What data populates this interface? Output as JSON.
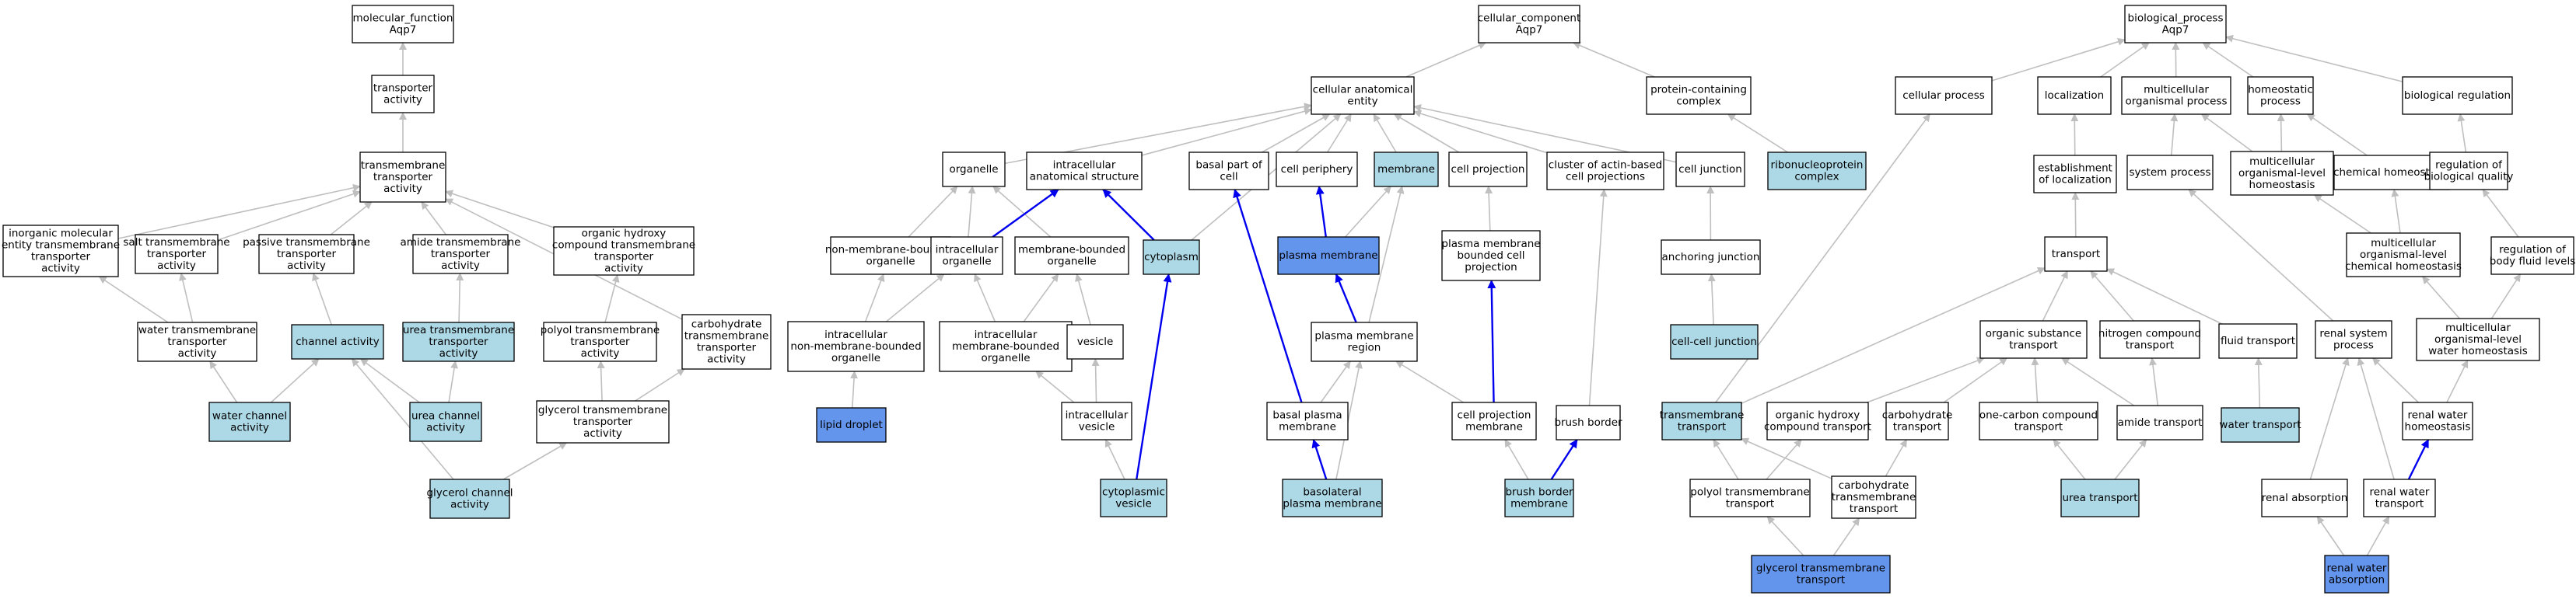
{
  "colors": {
    "plain": "#ffffff",
    "light": "#add8e6",
    "dark": "#6495ed",
    "gray_edge": "#bfbfbf",
    "blue_edge": "#0000ee"
  },
  "nodes": [
    {
      "id": "mf",
      "lines": [
        "molecular_function",
        "Aqp7"
      ],
      "style": "plain"
    },
    {
      "id": "tact",
      "lines": [
        "transporter",
        "activity"
      ],
      "style": "plain"
    },
    {
      "id": "tmta",
      "lines": [
        "transmembrane",
        "transporter",
        "activity"
      ],
      "style": "plain"
    },
    {
      "id": "inorg",
      "lines": [
        "inorganic molecular",
        "entity transmembrane",
        "transporter",
        "activity"
      ],
      "style": "plain"
    },
    {
      "id": "salt",
      "lines": [
        "salt transmembrane",
        "transporter",
        "activity"
      ],
      "style": "plain"
    },
    {
      "id": "passive",
      "lines": [
        "passive transmembrane",
        "transporter",
        "activity"
      ],
      "style": "plain"
    },
    {
      "id": "amide_tm",
      "lines": [
        "amide transmembrane",
        "transporter",
        "activity"
      ],
      "style": "plain"
    },
    {
      "id": "orghyd_tm",
      "lines": [
        "organic hydroxy",
        "compound transmembrane",
        "transporter",
        "activity"
      ],
      "style": "plain"
    },
    {
      "id": "water_tm",
      "lines": [
        "water transmembrane",
        "transporter",
        "activity"
      ],
      "style": "plain"
    },
    {
      "id": "chan",
      "lines": [
        "channel activity"
      ],
      "style": "light"
    },
    {
      "id": "urea_tm",
      "lines": [
        "urea transmembrane",
        "transporter",
        "activity"
      ],
      "style": "light"
    },
    {
      "id": "polyol_tm",
      "lines": [
        "polyol transmembrane",
        "transporter",
        "activity"
      ],
      "style": "plain"
    },
    {
      "id": "carb_tm",
      "lines": [
        "carbohydrate",
        "transmembrane",
        "transporter",
        "activity"
      ],
      "style": "plain"
    },
    {
      "id": "water_chan",
      "lines": [
        "water channel",
        "activity"
      ],
      "style": "light"
    },
    {
      "id": "urea_chan",
      "lines": [
        "urea channel",
        "activity"
      ],
      "style": "light"
    },
    {
      "id": "glyc_tm",
      "lines": [
        "glycerol transmembrane",
        "transporter",
        "activity"
      ],
      "style": "plain"
    },
    {
      "id": "glyc_chan",
      "lines": [
        "glycerol channel",
        "activity"
      ],
      "style": "light"
    },
    {
      "id": "cc",
      "lines": [
        "cellular_component",
        "Aqp7"
      ],
      "style": "plain"
    },
    {
      "id": "cae",
      "lines": [
        "cellular anatomical",
        "entity"
      ],
      "style": "plain"
    },
    {
      "id": "pcc",
      "lines": [
        "protein-containing",
        "complex"
      ],
      "style": "plain"
    },
    {
      "id": "organelle",
      "lines": [
        "organelle"
      ],
      "style": "plain"
    },
    {
      "id": "ias",
      "lines": [
        "intracellular",
        "anatomical structure"
      ],
      "style": "plain"
    },
    {
      "id": "bpc",
      "lines": [
        "basal part of",
        "cell"
      ],
      "style": "plain"
    },
    {
      "id": "cperiph",
      "lines": [
        "cell periphery"
      ],
      "style": "plain"
    },
    {
      "id": "membrane",
      "lines": [
        "membrane"
      ],
      "style": "light"
    },
    {
      "id": "cproj",
      "lines": [
        "cell projection"
      ],
      "style": "plain"
    },
    {
      "id": "cabc",
      "lines": [
        "cluster of actin-based",
        "cell projections"
      ],
      "style": "plain"
    },
    {
      "id": "cjunc",
      "lines": [
        "cell junction"
      ],
      "style": "plain"
    },
    {
      "id": "rnp",
      "lines": [
        "ribonucleoprotein",
        "complex"
      ],
      "style": "light"
    },
    {
      "id": "nmbo",
      "lines": [
        "non-membrane-bounded",
        "organelle"
      ],
      "style": "plain"
    },
    {
      "id": "io",
      "lines": [
        "intracellular",
        "organelle"
      ],
      "style": "plain"
    },
    {
      "id": "mbo",
      "lines": [
        "membrane-bounded",
        "organelle"
      ],
      "style": "plain"
    },
    {
      "id": "cytoplasm",
      "lines": [
        "cytoplasm"
      ],
      "style": "light"
    },
    {
      "id": "pm",
      "lines": [
        "plasma membrane"
      ],
      "style": "dark"
    },
    {
      "id": "pmbcp",
      "lines": [
        "plasma membrane",
        "bounded cell",
        "projection"
      ],
      "style": "plain"
    },
    {
      "id": "ajunc",
      "lines": [
        "anchoring junction"
      ],
      "style": "plain"
    },
    {
      "id": "inmbo",
      "lines": [
        "intracellular",
        "non-membrane-bounded",
        "organelle"
      ],
      "style": "plain"
    },
    {
      "id": "imbo",
      "lines": [
        "intracellular",
        "membrane-bounded",
        "organelle"
      ],
      "style": "plain"
    },
    {
      "id": "vesicle",
      "lines": [
        "vesicle"
      ],
      "style": "plain"
    },
    {
      "id": "pmr",
      "lines": [
        "plasma membrane",
        "region"
      ],
      "style": "plain"
    },
    {
      "id": "ccj",
      "lines": [
        "cell-cell junction"
      ],
      "style": "light"
    },
    {
      "id": "lipid",
      "lines": [
        "lipid droplet"
      ],
      "style": "dark"
    },
    {
      "id": "iv",
      "lines": [
        "intracellular",
        "vesicle"
      ],
      "style": "plain"
    },
    {
      "id": "bpm",
      "lines": [
        "basal plasma",
        "membrane"
      ],
      "style": "plain"
    },
    {
      "id": "cpm",
      "lines": [
        "cell projection",
        "membrane"
      ],
      "style": "plain"
    },
    {
      "id": "bb",
      "lines": [
        "brush border"
      ],
      "style": "plain"
    },
    {
      "id": "cv",
      "lines": [
        "cytoplasmic",
        "vesicle"
      ],
      "style": "light"
    },
    {
      "id": "blpm",
      "lines": [
        "basolateral",
        "plasma membrane"
      ],
      "style": "light"
    },
    {
      "id": "bbm",
      "lines": [
        "brush border",
        "membrane"
      ],
      "style": "light"
    },
    {
      "id": "bp",
      "lines": [
        "biological_process",
        "Aqp7"
      ],
      "style": "plain"
    },
    {
      "id": "cellproc",
      "lines": [
        "cellular process"
      ],
      "style": "plain"
    },
    {
      "id": "loc",
      "lines": [
        "localization"
      ],
      "style": "plain"
    },
    {
      "id": "mop",
      "lines": [
        "multicellular",
        "organismal process"
      ],
      "style": "plain"
    },
    {
      "id": "homeo",
      "lines": [
        "homeostatic",
        "process"
      ],
      "style": "plain"
    },
    {
      "id": "breg",
      "lines": [
        "biological regulation"
      ],
      "style": "plain"
    },
    {
      "id": "estloc",
      "lines": [
        "establishment",
        "of localization"
      ],
      "style": "plain"
    },
    {
      "id": "sysproc",
      "lines": [
        "system process"
      ],
      "style": "plain"
    },
    {
      "id": "mlh",
      "lines": [
        "multicellular",
        "organismal-level",
        "homeostasis"
      ],
      "style": "plain"
    },
    {
      "id": "chemh",
      "lines": [
        "chemical homeostasis"
      ],
      "style": "plain"
    },
    {
      "id": "rbq",
      "lines": [
        "regulation of",
        "biological quality"
      ],
      "style": "plain"
    },
    {
      "id": "transport",
      "lines": [
        "transport"
      ],
      "style": "plain"
    },
    {
      "id": "molch",
      "lines": [
        "multicellular",
        "organismal-level",
        "chemical homeostasis"
      ],
      "style": "plain"
    },
    {
      "id": "rbfl",
      "lines": [
        "regulation of",
        "body fluid levels"
      ],
      "style": "plain"
    },
    {
      "id": "ost",
      "lines": [
        "organic substance",
        "transport"
      ],
      "style": "plain"
    },
    {
      "id": "nct",
      "lines": [
        "nitrogen compound",
        "transport"
      ],
      "style": "plain"
    },
    {
      "id": "ft",
      "lines": [
        "fluid transport"
      ],
      "style": "plain"
    },
    {
      "id": "rsp",
      "lines": [
        "renal system",
        "process"
      ],
      "style": "plain"
    },
    {
      "id": "molwh",
      "lines": [
        "multicellular",
        "organismal-level",
        "water homeostasis"
      ],
      "style": "plain"
    },
    {
      "id": "tmt",
      "lines": [
        "transmembrane",
        "transport"
      ],
      "style": "light"
    },
    {
      "id": "ohct",
      "lines": [
        "organic hydroxy",
        "compound transport"
      ],
      "style": "plain"
    },
    {
      "id": "ct",
      "lines": [
        "carbohydrate",
        "transport"
      ],
      "style": "plain"
    },
    {
      "id": "occt",
      "lines": [
        "one-carbon compound",
        "transport"
      ],
      "style": "plain"
    },
    {
      "id": "amt",
      "lines": [
        "amide transport"
      ],
      "style": "plain"
    },
    {
      "id": "wt",
      "lines": [
        "water transport"
      ],
      "style": "light"
    },
    {
      "id": "rwh",
      "lines": [
        "renal water",
        "homeostasis"
      ],
      "style": "plain"
    },
    {
      "id": "ptt",
      "lines": [
        "polyol transmembrane",
        "transport"
      ],
      "style": "plain"
    },
    {
      "id": "ctt",
      "lines": [
        "carbohydrate",
        "transmembrane",
        "transport"
      ],
      "style": "plain"
    },
    {
      "id": "ut",
      "lines": [
        "urea transport"
      ],
      "style": "light"
    },
    {
      "id": "ra",
      "lines": [
        "renal absorption"
      ],
      "style": "plain"
    },
    {
      "id": "rwt",
      "lines": [
        "renal water",
        "transport"
      ],
      "style": "plain"
    },
    {
      "id": "gtt",
      "lines": [
        "glycerol transmembrane",
        "transport"
      ],
      "style": "dark"
    },
    {
      "id": "rwa",
      "lines": [
        "renal water",
        "absorption"
      ],
      "style": "dark"
    }
  ],
  "edges": [
    {
      "from": "tact",
      "to": "mf"
    },
    {
      "from": "tmta",
      "to": "tact"
    },
    {
      "from": "inorg",
      "to": "tmta"
    },
    {
      "from": "salt",
      "to": "tmta"
    },
    {
      "from": "passive",
      "to": "tmta"
    },
    {
      "from": "amide_tm",
      "to": "tmta"
    },
    {
      "from": "orghyd_tm",
      "to": "tmta"
    },
    {
      "from": "carb_tm",
      "to": "tmta"
    },
    {
      "from": "water_tm",
      "to": "inorg"
    },
    {
      "from": "water_tm",
      "to": "salt"
    },
    {
      "from": "chan",
      "to": "passive"
    },
    {
      "from": "urea_tm",
      "to": "amide_tm"
    },
    {
      "from": "polyol_tm",
      "to": "orghyd_tm"
    },
    {
      "from": "water_chan",
      "to": "water_tm"
    },
    {
      "from": "water_chan",
      "to": "chan"
    },
    {
      "from": "urea_chan",
      "to": "chan"
    },
    {
      "from": "urea_chan",
      "to": "urea_tm"
    },
    {
      "from": "glyc_chan",
      "to": "chan"
    },
    {
      "from": "glyc_chan",
      "to": "glyc_tm"
    },
    {
      "from": "glyc_tm",
      "to": "polyol_tm"
    },
    {
      "from": "glyc_tm",
      "to": "carb_tm"
    },
    {
      "from": "cae",
      "to": "cc"
    },
    {
      "from": "pcc",
      "to": "cc"
    },
    {
      "from": "organelle",
      "to": "cae"
    },
    {
      "from": "ias",
      "to": "cae"
    },
    {
      "from": "bpc",
      "to": "cae"
    },
    {
      "from": "cperiph",
      "to": "cae"
    },
    {
      "from": "membrane",
      "to": "cae"
    },
    {
      "from": "cproj",
      "to": "cae"
    },
    {
      "from": "cabc",
      "to": "cae"
    },
    {
      "from": "cjunc",
      "to": "cae"
    },
    {
      "from": "cytoplasm",
      "to": "cae"
    },
    {
      "from": "rnp",
      "to": "pcc"
    },
    {
      "from": "nmbo",
      "to": "organelle"
    },
    {
      "from": "io",
      "to": "organelle"
    },
    {
      "from": "mbo",
      "to": "organelle"
    },
    {
      "from": "io",
      "to": "ias",
      "blue": true
    },
    {
      "from": "cytoplasm",
      "to": "ias",
      "blue": true
    },
    {
      "from": "pm",
      "to": "cperiph",
      "blue": true
    },
    {
      "from": "pm",
      "to": "membrane"
    },
    {
      "from": "pmbcp",
      "to": "cproj"
    },
    {
      "from": "ajunc",
      "to": "cjunc"
    },
    {
      "from": "ccj",
      "to": "ajunc"
    },
    {
      "from": "inmbo",
      "to": "nmbo"
    },
    {
      "from": "inmbo",
      "to": "io"
    },
    {
      "from": "imbo",
      "to": "io"
    },
    {
      "from": "imbo",
      "to": "mbo"
    },
    {
      "from": "vesicle",
      "to": "mbo"
    },
    {
      "from": "lipid",
      "to": "inmbo"
    },
    {
      "from": "iv",
      "to": "imbo"
    },
    {
      "from": "iv",
      "to": "vesicle"
    },
    {
      "from": "cv",
      "to": "iv"
    },
    {
      "from": "cv",
      "to": "cytoplasm",
      "blue": true
    },
    {
      "from": "pmr",
      "to": "pm",
      "blue": true
    },
    {
      "from": "pmr",
      "to": "membrane"
    },
    {
      "from": "bpm",
      "to": "pmr"
    },
    {
      "from": "bpm",
      "to": "bpc",
      "blue": true
    },
    {
      "from": "blpm",
      "to": "bpm",
      "blue": true
    },
    {
      "from": "blpm",
      "to": "pmr"
    },
    {
      "from": "cpm",
      "to": "pmr"
    },
    {
      "from": "cpm",
      "to": "pmbcp",
      "blue": true
    },
    {
      "from": "bbm",
      "to": "cpm"
    },
    {
      "from": "bbm",
      "to": "bb",
      "blue": true
    },
    {
      "from": "bb",
      "to": "cabc"
    },
    {
      "from": "cellproc",
      "to": "bp"
    },
    {
      "from": "loc",
      "to": "bp"
    },
    {
      "from": "mop",
      "to": "bp"
    },
    {
      "from": "homeo",
      "to": "bp"
    },
    {
      "from": "breg",
      "to": "bp"
    },
    {
      "from": "estloc",
      "to": "loc"
    },
    {
      "from": "sysproc",
      "to": "mop"
    },
    {
      "from": "mlh",
      "to": "mop"
    },
    {
      "from": "mlh",
      "to": "homeo"
    },
    {
      "from": "chemh",
      "to": "homeo"
    },
    {
      "from": "rbq",
      "to": "breg"
    },
    {
      "from": "transport",
      "to": "estloc"
    },
    {
      "from": "molch",
      "to": "mlh"
    },
    {
      "from": "molch",
      "to": "chemh"
    },
    {
      "from": "rbfl",
      "to": "rbq"
    },
    {
      "from": "ost",
      "to": "transport"
    },
    {
      "from": "nct",
      "to": "transport"
    },
    {
      "from": "ft",
      "to": "transport"
    },
    {
      "from": "rsp",
      "to": "sysproc"
    },
    {
      "from": "molwh",
      "to": "molch"
    },
    {
      "from": "molwh",
      "to": "rbfl"
    },
    {
      "from": "tmt",
      "to": "transport"
    },
    {
      "from": "tmt",
      "to": "cellproc"
    },
    {
      "from": "ohct",
      "to": "ost"
    },
    {
      "from": "ct",
      "to": "ost"
    },
    {
      "from": "occt",
      "to": "ost"
    },
    {
      "from": "amt",
      "to": "ost"
    },
    {
      "from": "amt",
      "to": "nct"
    },
    {
      "from": "wt",
      "to": "ft"
    },
    {
      "from": "rwh",
      "to": "molwh"
    },
    {
      "from": "rwh",
      "to": "rsp"
    },
    {
      "from": "ptt",
      "to": "tmt"
    },
    {
      "from": "ptt",
      "to": "ohct"
    },
    {
      "from": "ctt",
      "to": "tmt"
    },
    {
      "from": "ctt",
      "to": "ct"
    },
    {
      "from": "ut",
      "to": "occt"
    },
    {
      "from": "ut",
      "to": "amt"
    },
    {
      "from": "ra",
      "to": "rsp"
    },
    {
      "from": "rwt",
      "to": "rwh",
      "blue": true
    },
    {
      "from": "rwt",
      "to": "rsp"
    },
    {
      "from": "gtt",
      "to": "ptt"
    },
    {
      "from": "gtt",
      "to": "ctt"
    },
    {
      "from": "rwa",
      "to": "ra"
    },
    {
      "from": "rwa",
      "to": "rwt"
    }
  ]
}
